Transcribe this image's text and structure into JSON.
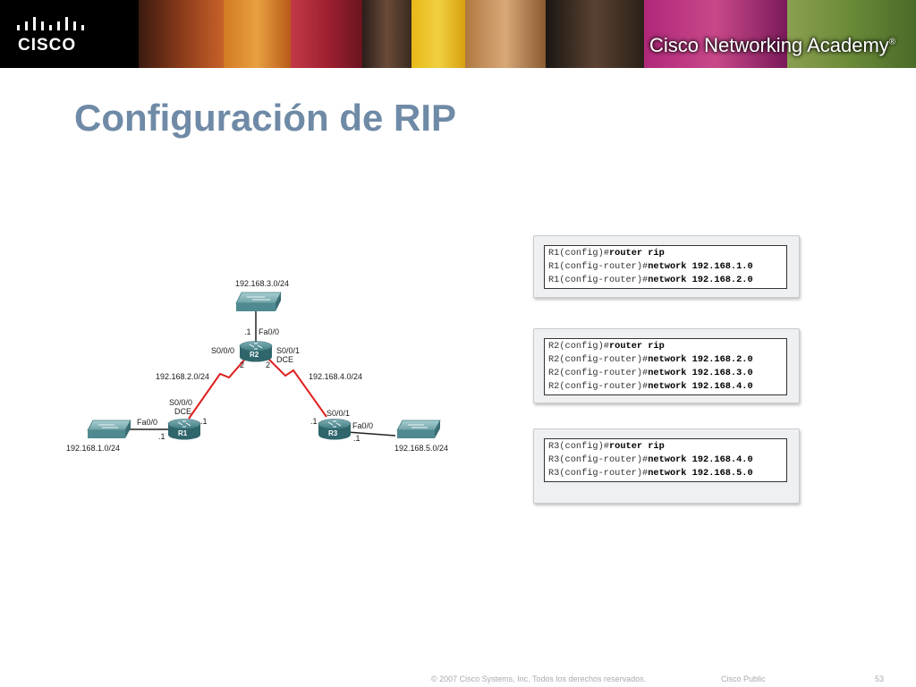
{
  "header": {
    "logo_text": "CISCO",
    "academy_text": "Cisco Networking Academy",
    "academy_mark": "®"
  },
  "slide": {
    "title": "Configuración de RIP"
  },
  "diagram": {
    "link_color": "#e02020",
    "router_color": "#3e7b82",
    "switch_color": "#6fa2a6",
    "networks": {
      "top": "192.168.3.0/24",
      "left_link": "192.168.2.0/24",
      "right_link": "192.168.4.0/24",
      "lan_left": "192.168.1.0/24",
      "lan_right": "192.168.5.0/24"
    },
    "routers": {
      "r1": {
        "name": "R1",
        "serial": "S0/0/0",
        "dce": "DCE",
        "fa": "Fa0/0",
        "host_serial": ".1",
        "host_fa": ".1"
      },
      "r2": {
        "name": "R2",
        "serial_left": "S0/0/0",
        "serial_right": "S0/0/1",
        "dce": "DCE",
        "fa": "Fa0/0",
        "host_fa": ".1",
        "host_left": "2",
        "host_right": "2"
      },
      "r3": {
        "name": "R3",
        "serial": "S0/0/1",
        "fa": "Fa0/0",
        "host_serial": ".1",
        "host_fa": ".1"
      }
    }
  },
  "configs": [
    {
      "lines": [
        {
          "prompt": "R1(config)#",
          "cmd": "router rip"
        },
        {
          "prompt": "R1(config-router)#",
          "cmd": "network 192.168.1.0"
        },
        {
          "prompt": "R1(config-router)#",
          "cmd": "network 192.168.2.0"
        }
      ]
    },
    {
      "lines": [
        {
          "prompt": "R2(config)#",
          "cmd": "router rip"
        },
        {
          "prompt": "R2(config-router)#",
          "cmd": "network 192.168.2.0"
        },
        {
          "prompt": "R2(config-router)#",
          "cmd": "network 192.168.3.0"
        },
        {
          "prompt": "R2(config-router)#",
          "cmd": "network 192.168.4.0"
        }
      ]
    },
    {
      "lines": [
        {
          "prompt": "R3(config)#",
          "cmd": "router rip"
        },
        {
          "prompt": "R3(config-router)#",
          "cmd": "network 192.168.4.0"
        },
        {
          "prompt": "R3(config-router)#",
          "cmd": "network 192.168.5.0"
        }
      ]
    }
  ],
  "footer": {
    "copyright": "© 2007 Cisco Systems, Inc. Todos los derechos reservados.",
    "classification": "Cisco Public",
    "page_number": "53"
  }
}
